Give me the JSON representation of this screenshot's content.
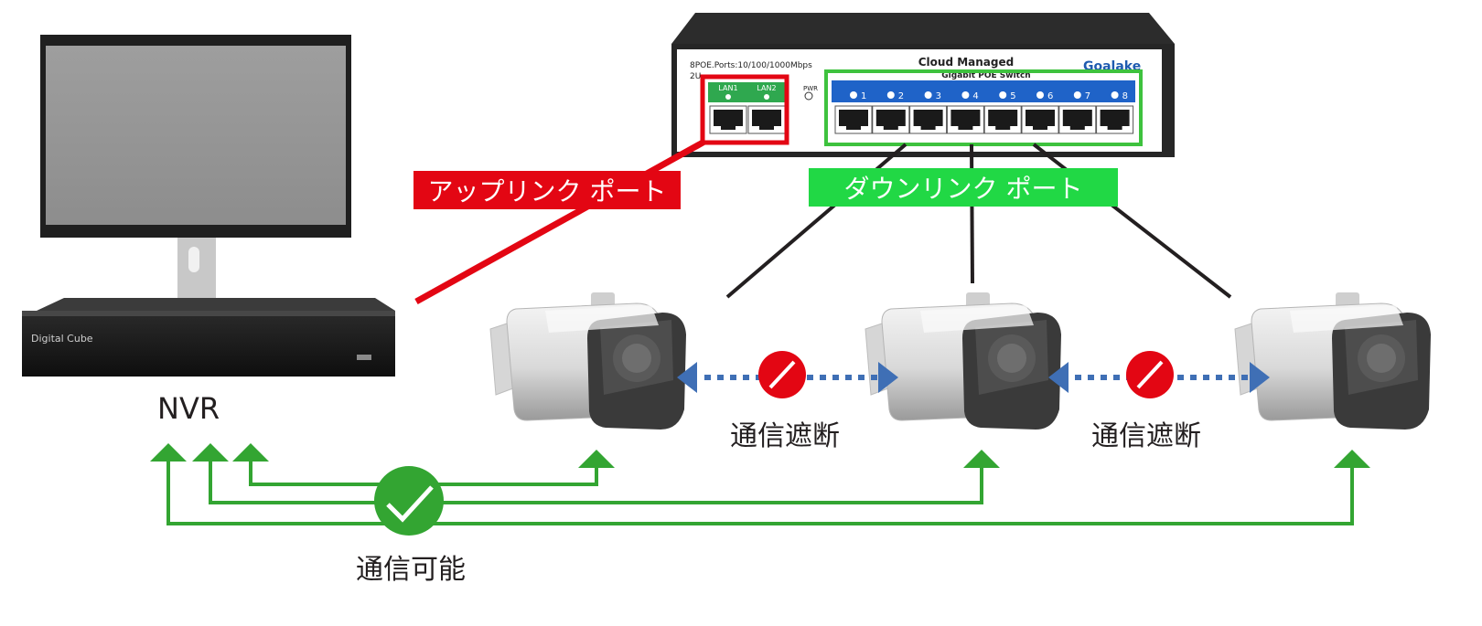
{
  "labels": {
    "uplink_tag": "アップリンク ポート",
    "downlink_tag": "ダウンリンク ポート",
    "nvr": "NVR",
    "blocked_1": "通信遮断",
    "blocked_2": "通信遮断",
    "allowed": "通信可能"
  },
  "switch": {
    "model_line": "8POE.Ports:10/100/1000Mbps",
    "model_line2": "2U",
    "title": "Cloud Managed",
    "subtitle": "Gigabit POE Switch",
    "brand": "Goalake",
    "pwr": "PWR",
    "uplink_ports": [
      "LAN1",
      "LAN2"
    ],
    "downlink_ports": [
      "1",
      "2",
      "3",
      "4",
      "5",
      "6",
      "7",
      "8"
    ]
  },
  "nvr_device": {
    "brand": "Digital Cube"
  },
  "colors": {
    "uplink": "#e30613",
    "downlink": "#21d845",
    "allowed_path": "#33a532",
    "blocked_arrow": "#3f6fb5",
    "blocked_icon": "#e30613",
    "text": "#231f20"
  },
  "icons": {
    "blocked": "no-entry-icon",
    "allowed": "check-icon"
  }
}
